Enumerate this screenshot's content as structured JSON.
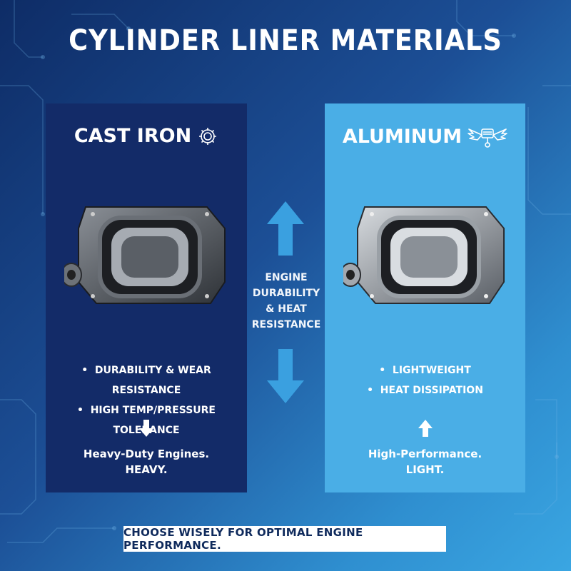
{
  "title": "CYLINDER LINER MATERIALS",
  "left_panel": {
    "heading": "CAST IRON",
    "icon": "gear-icon",
    "bullets": [
      "DURABILITY & WEAR RESISTANCE",
      "HIGH TEMP/PRESSURE TOLERANCE"
    ],
    "arrow": "down-arrow-icon",
    "outcome_line1": "Heavy-Duty Engines.",
    "outcome_line2": "HEAVY.",
    "color": "#132b68"
  },
  "right_panel": {
    "heading": "ALUMINUM",
    "icon": "winged-piston-icon",
    "bullets": [
      "LIGHTWEIGHT",
      "HEAT DISSIPATION"
    ],
    "arrow": "up-arrow-icon",
    "outcome_line1": "High-Performance.",
    "outcome_line2": "LIGHT.",
    "color": "#4aaee6"
  },
  "middle": {
    "line1": "ENGINE",
    "line2": "DURABILITY",
    "line3": "& HEAT",
    "line4": "RESISTANCE",
    "arrow_color": "#3aa0e0"
  },
  "footer": "CHOOSE WISELY FOR OPTIMAL ENGINE PERFORMANCE."
}
